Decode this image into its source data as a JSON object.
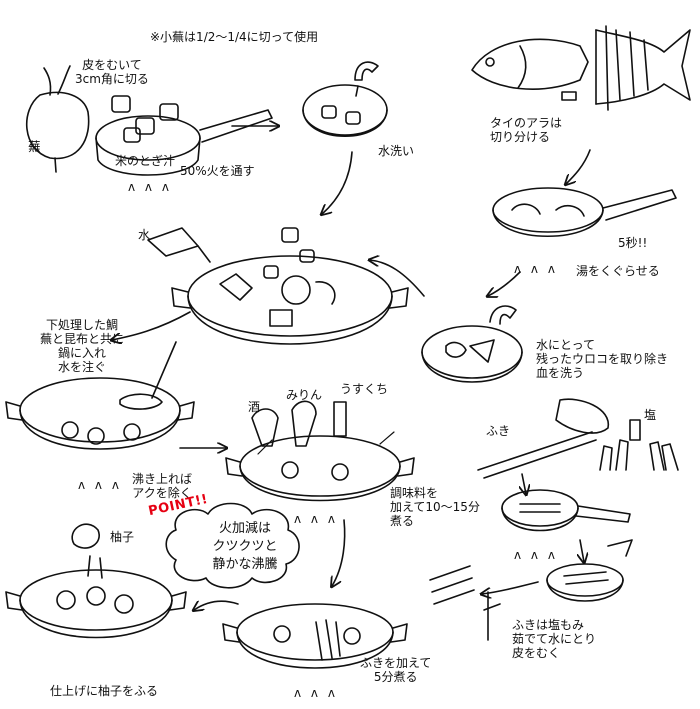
{
  "note": "※小蕪は1/2〜1/4に切って使用",
  "steps": {
    "peel": "皮をむいて\n3cm角に切る",
    "kabu": "蕪",
    "rice_water": "米のとぎ汁",
    "heat50": "50%火を通す",
    "rinse": "水洗い",
    "water": "水",
    "cut_ara": "タイのアラは\n切り分ける",
    "boil": "湯をくぐらせる",
    "five_sec": "5秒!!",
    "wash": "水にとって\n残ったウロコを取り除き\n血を洗う",
    "into_pot": "下処理した鯛\n蕪と昆布と共に\n鍋に入れ\n水を注ぐ",
    "sake": "酒",
    "mirin": "みりん",
    "usukuchi": "うすくち",
    "skim": "沸き上れば\nアクを除く",
    "seasoning": "調味料を\n加えて10〜15分\n煮る",
    "fuki": "ふき",
    "salt": "塩",
    "fuki_prep": "ふきは塩もみ\n茹でて水にとり\n皮をむく",
    "add_fuki": "ふきを加えて\n5分煮る",
    "yuzu": "柚子",
    "finish": "仕上げに柚子をふる"
  },
  "point": {
    "label": "POINT!!",
    "text": "火加減は\nクツクツと\n静かな沸騰"
  },
  "colors": {
    "ink": "#111111",
    "point_red": "#e60012"
  }
}
